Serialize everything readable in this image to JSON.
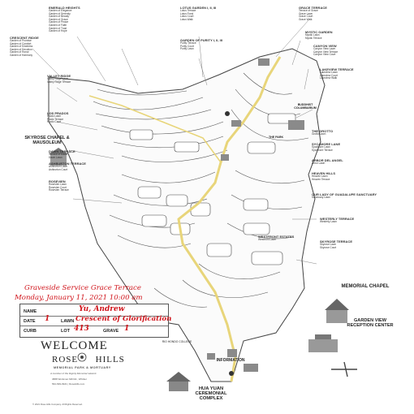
{
  "sections": {
    "emerald_heights": {
      "title": "Emerald Heights",
      "items": [
        "Garden of Elegance",
        "Garden of Serenity",
        "Garden of Beauty",
        "Garden of Grace",
        "Garden of Peace",
        "Garden of Faith",
        "Garden of Trust",
        "Garden of Hope"
      ]
    },
    "crescent_ridge": {
      "title": "Crescent Ridge",
      "items": [
        "Garden of Promise",
        "Garden of Comfort",
        "Garden of Kindness",
        "Garden of Devotion",
        "Garden of Honor",
        "Garden of Harmony"
      ]
    },
    "lotus_garden": {
      "title": "Lotus Garden I, II, III",
      "items": [
        "Lotus Terrace",
        "Lotus Pond",
        "Lotus Court",
        "Lotus Walk"
      ]
    },
    "garden_of_purity": {
      "title": "Garden of Purity I, II, III",
      "items": [
        "Purity Terrace",
        "Purity Court",
        "Purity Lawn"
      ]
    },
    "grace_terrace": {
      "title": "Grace Terrace",
      "items": [
        "Terrace of Grace",
        "Grace Lawn",
        "Grace Court",
        "Grace Walk"
      ]
    },
    "mystic_garden": {
      "title": "Mystic Garden",
      "items": [
        "Mystic Lawn",
        "Mystic Terrace"
      ]
    },
    "canyon_view": {
      "title": "Canyon View",
      "items": [
        "Canyon View Lawn",
        "Canyon View Terrace",
        "Canyon View Court"
      ]
    },
    "lakeview_terrace": {
      "title": "Lakeview Terrace",
      "items": [
        "Lakeview Lawn",
        "Lakeview Court",
        "Lakeview Walk"
      ]
    },
    "valley_ridge": {
      "title": "Valley Ridge",
      "items": [
        "Valley Ridge Lawn",
        "Valley Ridge Terrace"
      ]
    },
    "los_prados": {
      "title": "Los Prados",
      "items": [
        "Prado Lawn",
        "Prado Terrace",
        "Prado Court"
      ]
    },
    "dawn_terrace": {
      "title": "Dawn Terrace",
      "items": [
        "Terrace of Dawn",
        "Dawn Lawn"
      ]
    },
    "ashburton": {
      "title": "Ashburton Terrace",
      "items": [
        "Ashburton Lawn",
        "Ashburton Court"
      ]
    },
    "rosevien": {
      "title": "Rosevien",
      "items": [
        "Rosevien Lawn",
        "Rosevien Court",
        "Rosevien Terrace"
      ]
    },
    "the_grotto": {
      "title": "The Grotto",
      "items": [
        "Grotto Lawn"
      ]
    },
    "sycamore_lane": {
      "title": "Sycamore Lane",
      "items": [
        "Sycamore Lawn",
        "Sycamore Terrace"
      ]
    },
    "arbor_del_angel": {
      "title": "Arbor Del Angel",
      "items": [
        "Arbor Lawn"
      ]
    },
    "heaven_hills": {
      "title": "Heaven Hills",
      "items": [
        "Heaven Lawn",
        "Heaven Terrace"
      ]
    },
    "our_lady": {
      "title": "Our Lady of Guadalupe Sanctuary",
      "items": [
        "Sanctuary Lawn"
      ]
    },
    "westerly_terrace": {
      "title": "Westerly Terrace",
      "items": [
        "Westerly Lawn"
      ]
    },
    "skyrose_terrace": {
      "title": "Skyrose Terrace",
      "items": [
        "Skyrose Lawn",
        "Skyrose Court"
      ]
    },
    "westfront_estates": {
      "title": "Westfront Estates",
      "items": [
        "Westfront Lawn"
      ]
    }
  },
  "landmarks": {
    "skyrose_chapel": "Skyrose Chapel & Mausoleum",
    "memorial_chapel": "Memorial Chapel",
    "garden_view": "Garden View Reception Center",
    "information": "Information",
    "hua_yuan": "Hua Yuan Ceremonial Complex",
    "buddhist_columbarium": "Buddhist Columbarium",
    "the_park": "The Park",
    "rio_hondo": "Rio Hondo College"
  },
  "handwritten": {
    "line1": "Graveside Service Grace Terrace",
    "line2": "Monday, January 11, 2021   10:00 am"
  },
  "card": {
    "name_label": "NAME",
    "name_value": "Yu, Andrew",
    "date_label": "DATE",
    "date_value": "1",
    "lawn_label": "LAWN",
    "lawn_value": "Crescent of Glorification",
    "curb_label": "CURB",
    "lot_label": "LOT",
    "lot_value": "413",
    "grave_label": "GRAVE",
    "grave_value": "1"
  },
  "welcome": {
    "title": "WELCOME",
    "brand1": "ROSE",
    "brand2": "HILLS",
    "subtitle": "MEMORIAL PARK & MORTUARY",
    "tagline": "A member of the Dignity Memorial network",
    "address": "3888 Workman Mill Rd., Whittier",
    "phone": "562-699-0921  |  RoseHills.com"
  },
  "footer": "© 2021 Rose Hills Company. All Rights Reserved.",
  "colors": {
    "road": "#e8d57a",
    "ink": "#2b2b2b",
    "handwriting": "#d0141b"
  }
}
